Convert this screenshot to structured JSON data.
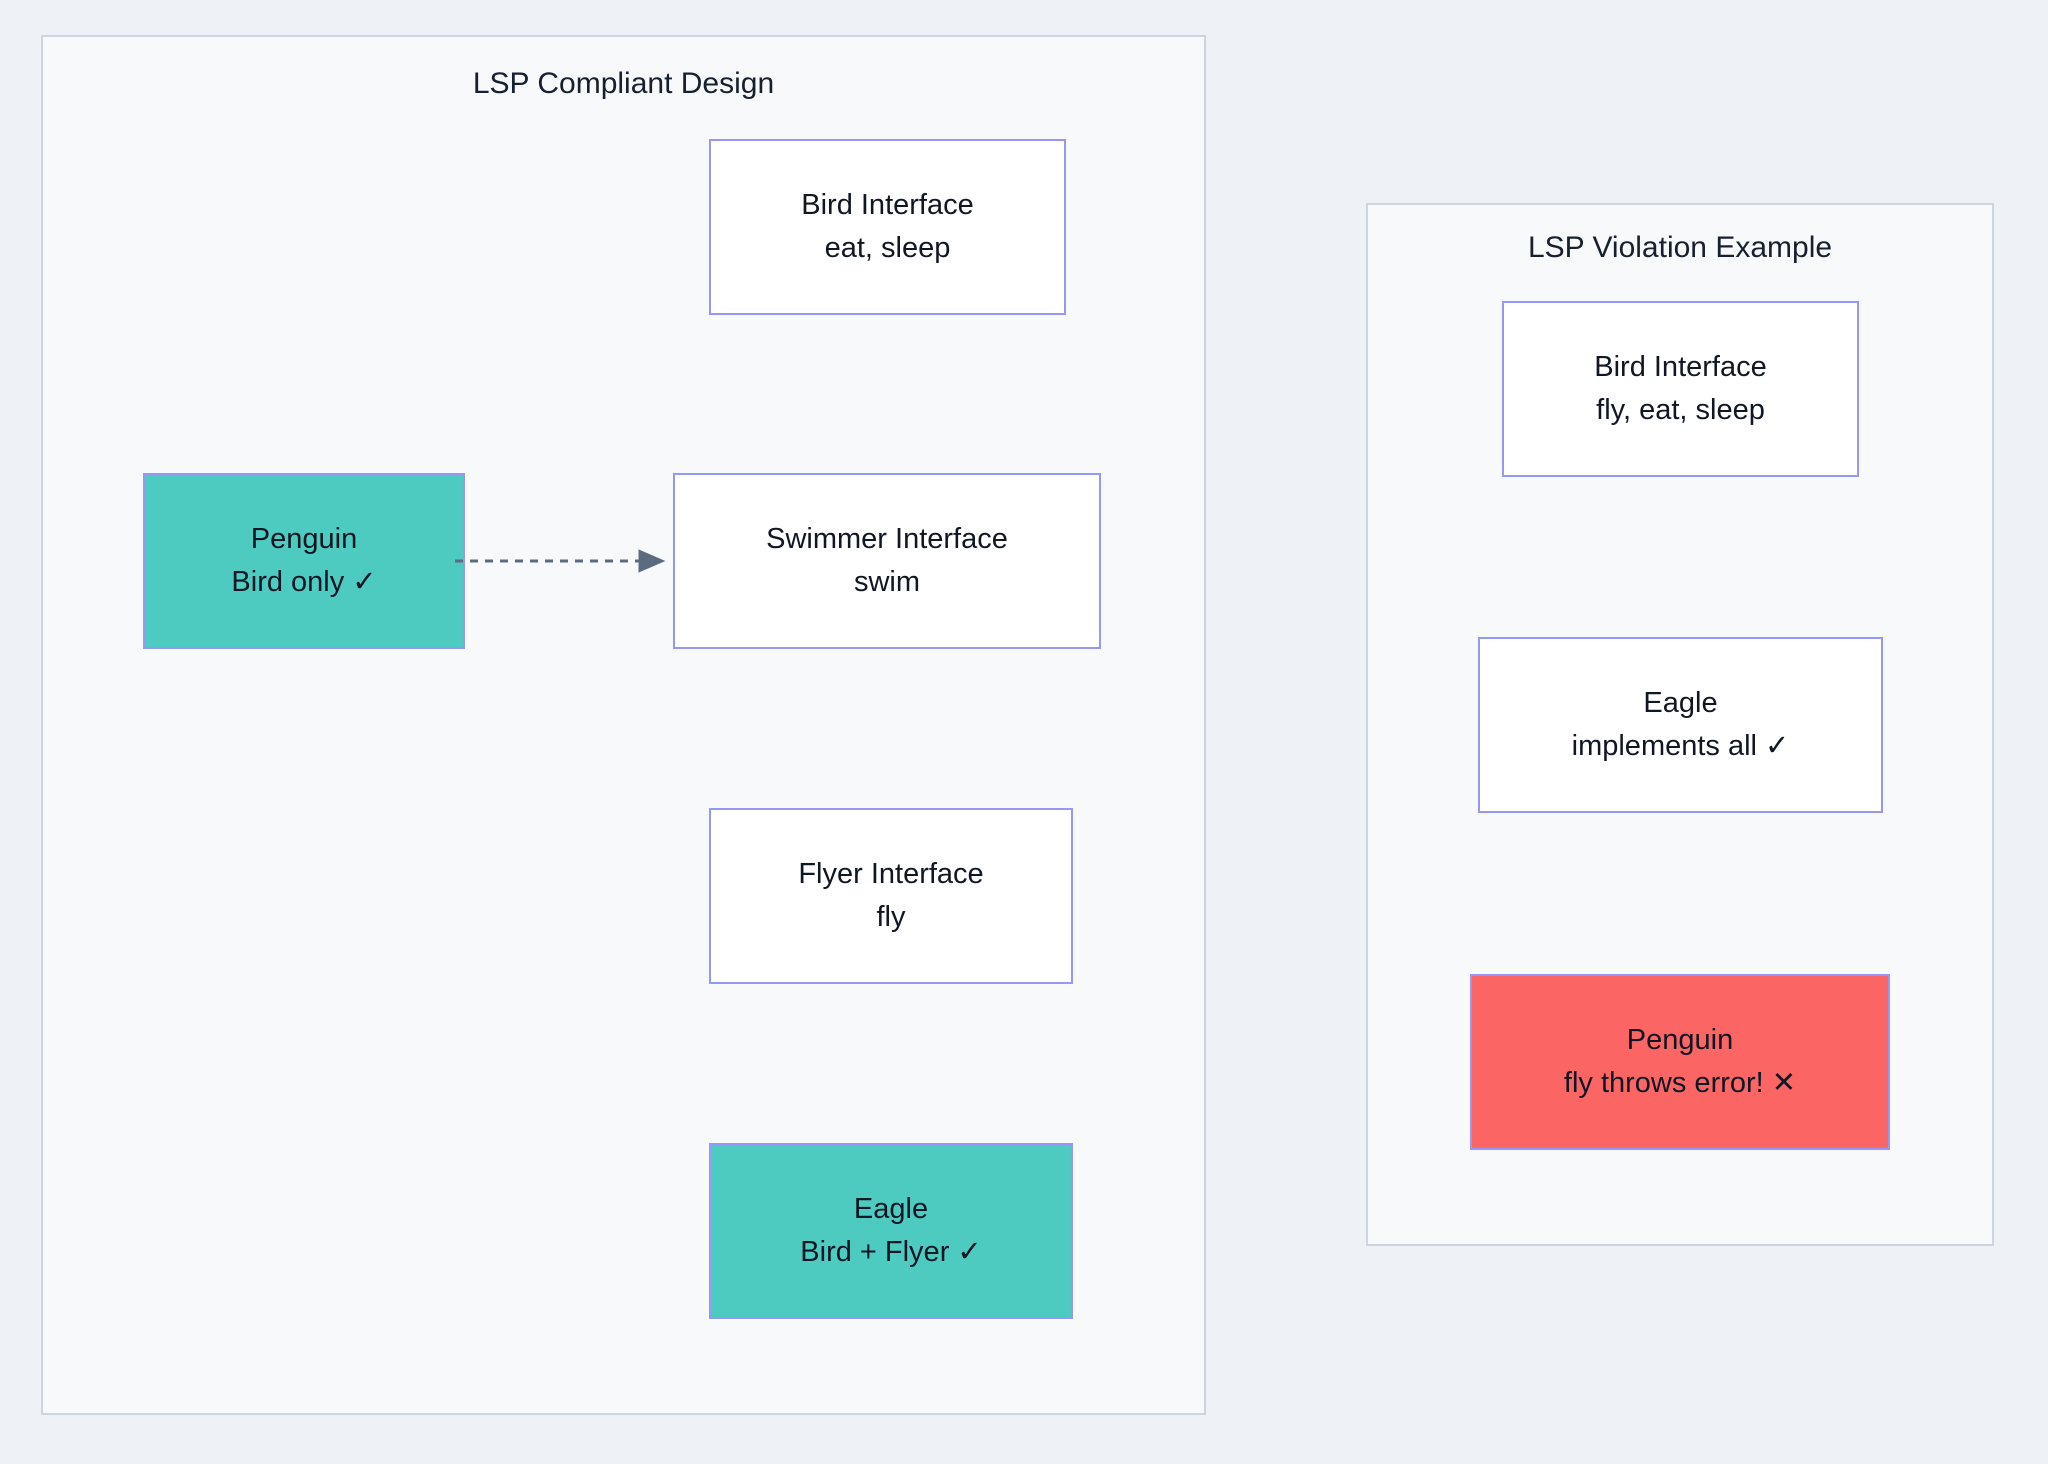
{
  "page": {
    "background_color": "#eef1f6",
    "panel_background_color": "#f7f9fb",
    "panel_border_color": "#ccd4e0",
    "node_border_color": "#9698f7",
    "node_plain_color": "#ffffff",
    "node_good_color": "#4dcbc0",
    "node_bad_color": "#fb6665",
    "edge_color": "#5b6b80",
    "text_color": "#101624"
  },
  "panels": {
    "compliant": {
      "title": "LSP Compliant Design",
      "nodes": {
        "bird_interface": {
          "line1": "Bird Interface",
          "line2": "eat, sleep",
          "style": "plain"
        },
        "penguin": {
          "line1": "Penguin",
          "line2": "Bird only ✓",
          "style": "good"
        },
        "swimmer_interface": {
          "line1": "Swimmer Interface",
          "line2": "swim",
          "style": "plain"
        },
        "flyer_interface": {
          "line1": "Flyer Interface",
          "line2": "fly",
          "style": "plain"
        },
        "eagle": {
          "line1": "Eagle",
          "line2": "Bird + Flyer ✓",
          "style": "good"
        }
      },
      "edges": [
        {
          "from": "penguin",
          "to": "swimmer_interface",
          "style": "dashed",
          "arrow": "triangle",
          "label": ""
        }
      ]
    },
    "violation": {
      "title": "LSP Violation Example",
      "nodes": {
        "bird_interface": {
          "line1": "Bird Interface",
          "line2": "fly, eat, sleep",
          "style": "plain"
        },
        "eagle": {
          "line1": "Eagle",
          "line2": "implements all ✓",
          "style": "plain"
        },
        "penguin": {
          "line1": "Penguin",
          "line2": "fly throws error! ✕",
          "style": "bad"
        }
      },
      "edges": []
    }
  }
}
